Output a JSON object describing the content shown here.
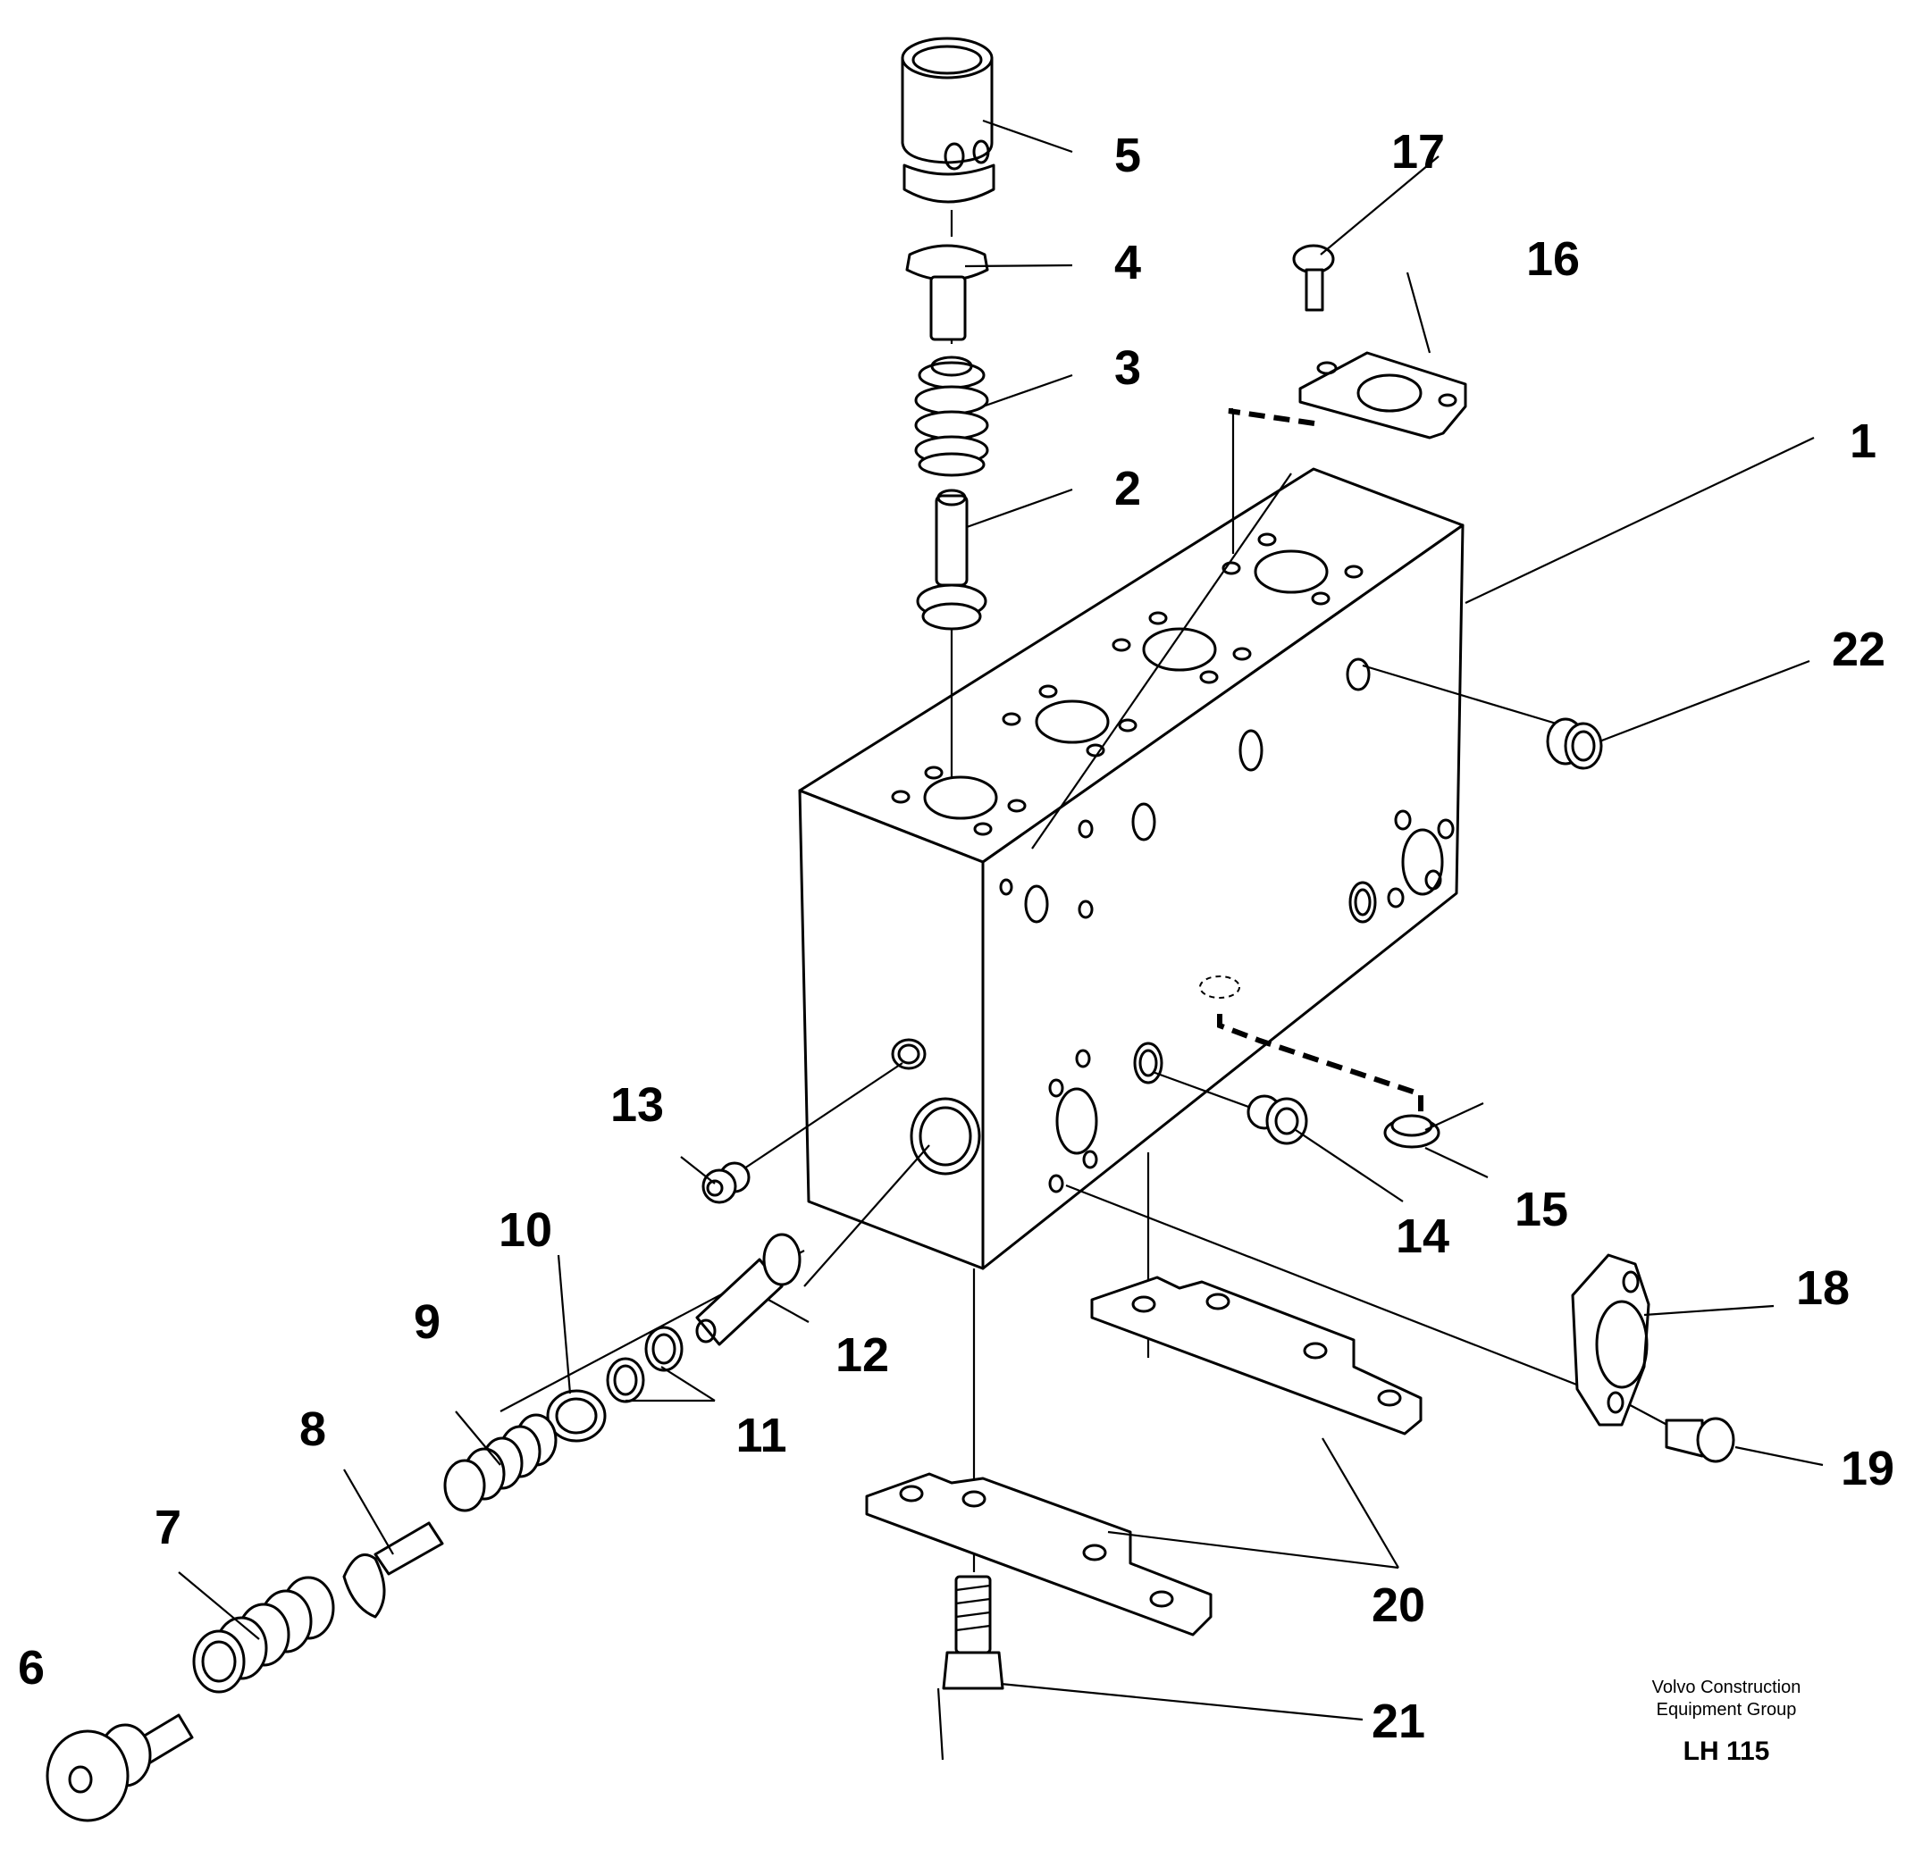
{
  "callouts": [
    "1",
    "2",
    "3",
    "4",
    "5",
    "6",
    "7",
    "8",
    "9",
    "10",
    "11",
    "12",
    "13",
    "14",
    "15",
    "16",
    "17",
    "18",
    "19",
    "20",
    "21",
    "22"
  ],
  "credit": {
    "line1": "Volvo Construction",
    "line2": "Equipment Group",
    "code": "LH 115"
  }
}
